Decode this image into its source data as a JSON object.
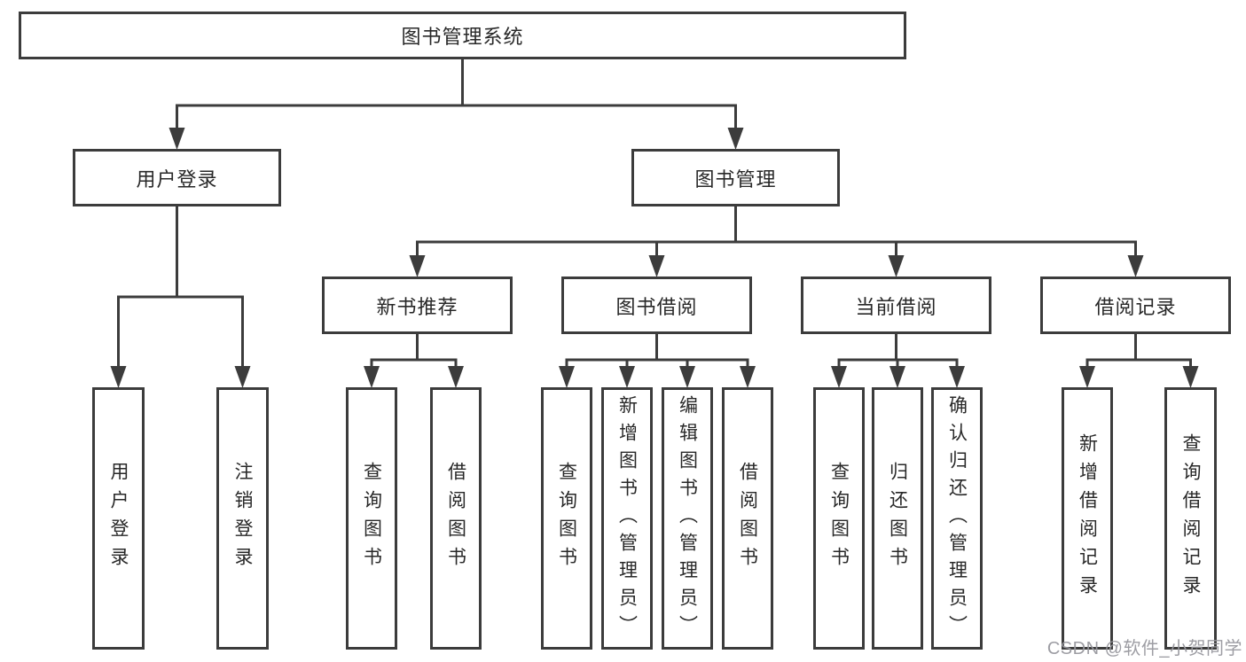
{
  "diagram": {
    "type": "tree-diagram",
    "title": "图书管理系统"
  },
  "colors": {
    "background": "#ffffff",
    "line": "#3c3c3c",
    "box_border": "#3c3c3c",
    "text": "#282828",
    "watermark": "#98989e"
  },
  "watermark": {
    "text": "CSDN @软件_小贺同学"
  },
  "nodes": [
    {
      "id": "book-management-system",
      "label": "图书管理系统",
      "parent": null
    },
    {
      "id": "user-login",
      "label": "用户登录",
      "parent": "book-management-system"
    },
    {
      "id": "book-management",
      "label": "图书管理",
      "parent": "book-management-system"
    },
    {
      "id": "new-book-recommend",
      "label": "新书推荐",
      "parent": "book-management"
    },
    {
      "id": "book-borrowing",
      "label": "图书借阅",
      "parent": "book-management"
    },
    {
      "id": "current-borrowing",
      "label": "当前借阅",
      "parent": "book-management"
    },
    {
      "id": "borrowing-records",
      "label": "借阅记录",
      "parent": "book-management"
    },
    {
      "id": "leaf-user-login",
      "label": "用户登录",
      "parent": "user-login"
    },
    {
      "id": "leaf-logout",
      "label": "注销登录",
      "parent": "user-login"
    },
    {
      "id": "leaf-query-books-1",
      "label": "查询图书",
      "parent": "new-book-recommend"
    },
    {
      "id": "leaf-borrow-books-1",
      "label": "借阅图书",
      "parent": "new-book-recommend"
    },
    {
      "id": "leaf-query-books-2",
      "label": "查询图书",
      "parent": "book-borrowing"
    },
    {
      "id": "leaf-add-books-admin",
      "label": "新增图书（管理员）",
      "parent": "book-borrowing"
    },
    {
      "id": "leaf-edit-books-admin",
      "label": "编辑图书（管理员）",
      "parent": "book-borrowing"
    },
    {
      "id": "leaf-borrow-books-2",
      "label": "借阅图书",
      "parent": "book-borrowing"
    },
    {
      "id": "leaf-query-books-3",
      "label": "查询图书",
      "parent": "current-borrowing"
    },
    {
      "id": "leaf-return-books",
      "label": "归还图书",
      "parent": "current-borrowing"
    },
    {
      "id": "leaf-confirm-return-admin",
      "label": "确认归还（管理员）",
      "parent": "current-borrowing"
    },
    {
      "id": "leaf-add-borrow-record",
      "label": "新增借阅记录",
      "parent": "borrowing-records"
    },
    {
      "id": "leaf-query-borrow-record",
      "label": "查询借阅记录",
      "parent": "borrowing-records"
    }
  ]
}
